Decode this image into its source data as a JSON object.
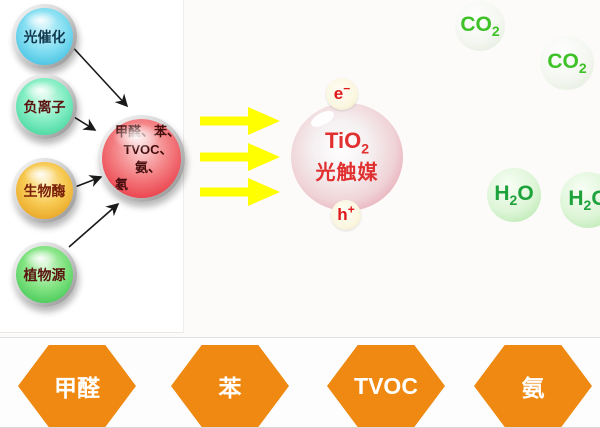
{
  "left_panel": {
    "source_spheres": [
      {
        "label": "光催化",
        "color": "#2ab6dc"
      },
      {
        "label": "负离子",
        "color": "#2ccf90"
      },
      {
        "label": "生物酶",
        "color": "#e39412"
      },
      {
        "label": "植物源",
        "color": "#2dbf46"
      }
    ],
    "pollutant_sphere": {
      "color": "#e7202e",
      "lines": [
        "甲醛、苯、",
        "TVOC、氨、",
        "氡"
      ]
    }
  },
  "center": {
    "arrow_color": "#ffff00",
    "electron": {
      "base": "e",
      "sup": "−"
    },
    "hole": {
      "base": "h",
      "sup": "+"
    },
    "catalyst": {
      "formula_prefix": "TiO",
      "formula_sub": "2",
      "name": "光触媒",
      "text_color": "#e03030"
    }
  },
  "right": {
    "molecules": [
      {
        "prefix": "CO",
        "sub": "2",
        "suffix": "",
        "type": "co2",
        "text_color": "#3ec228"
      },
      {
        "prefix": "CO",
        "sub": "2",
        "suffix": "",
        "type": "co2",
        "text_color": "#3ec228"
      },
      {
        "prefix": "H",
        "sub": "2",
        "suffix": "O",
        "type": "h2o",
        "text_color": "#1ea23c"
      },
      {
        "prefix": "H",
        "sub": "2",
        "suffix": "O",
        "type": "h2o",
        "text_color": "#1ea23c"
      }
    ]
  },
  "bottom": {
    "hexagon_color": "#ef8912",
    "hexagons": [
      {
        "label": "甲醛"
      },
      {
        "label": "苯"
      },
      {
        "label": "TVOC"
      },
      {
        "label": "氨"
      }
    ]
  }
}
